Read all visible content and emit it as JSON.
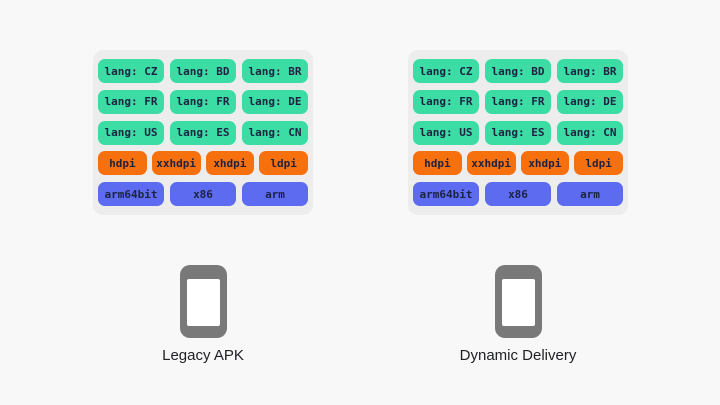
{
  "colors": {
    "page_bg": "#f8f8f8",
    "panel_bg": "#ededed",
    "lang_chip": "#3cdca5",
    "density_chip": "#f7700e",
    "abi_chip": "#5c6bf0",
    "chip_text": "#1c2340",
    "phone_gray": "#797979",
    "caption_text": "#202124"
  },
  "panels": [
    {
      "id": "legacy-apk",
      "caption": "Legacy APK",
      "rows": [
        {
          "type": "lang",
          "chips": [
            "lang: CZ",
            "lang: BD",
            "lang: BR"
          ]
        },
        {
          "type": "lang",
          "chips": [
            "lang: FR",
            "lang: FR",
            "lang: DE"
          ]
        },
        {
          "type": "lang",
          "chips": [
            "lang: US",
            "lang: ES",
            "lang: CN"
          ]
        },
        {
          "type": "density",
          "chips": [
            "hdpi",
            "xxhdpi",
            "xhdpi",
            "ldpi"
          ]
        },
        {
          "type": "abi",
          "chips": [
            "arm64bit",
            "x86",
            "arm"
          ]
        }
      ]
    },
    {
      "id": "dynamic-delivery",
      "caption": "Dynamic Delivery",
      "rows": [
        {
          "type": "lang",
          "chips": [
            "lang: CZ",
            "lang: BD",
            "lang: BR"
          ]
        },
        {
          "type": "lang",
          "chips": [
            "lang: FR",
            "lang: FR",
            "lang: DE"
          ]
        },
        {
          "type": "lang",
          "chips": [
            "lang: US",
            "lang: ES",
            "lang: CN"
          ]
        },
        {
          "type": "density",
          "chips": [
            "hdpi",
            "xxhdpi",
            "xhdpi",
            "ldpi"
          ]
        },
        {
          "type": "abi",
          "chips": [
            "arm64bit",
            "x86",
            "arm"
          ]
        }
      ]
    }
  ]
}
